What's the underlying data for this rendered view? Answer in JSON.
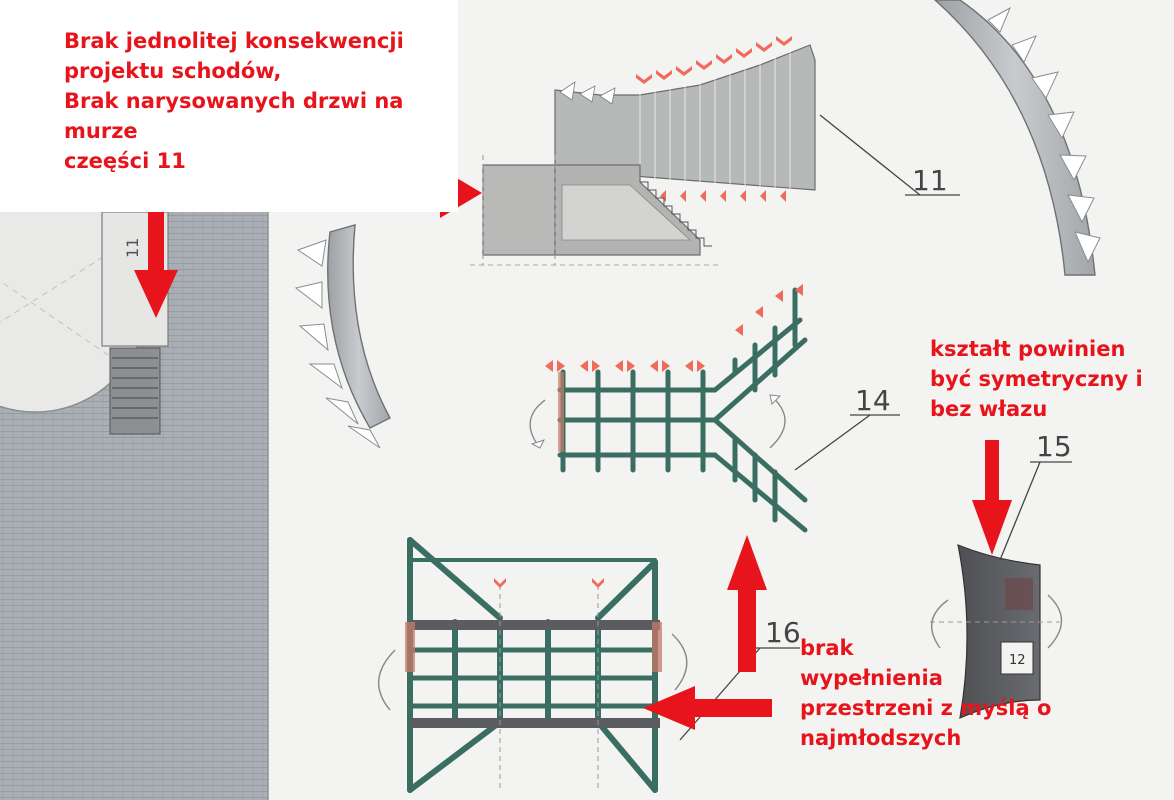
{
  "colors": {
    "annotation": "#e8141c",
    "paper": "#f3f3f1",
    "wall": "#a7adb2",
    "part_gray": "#b9b9b7",
    "green_frame": "#3b6e63",
    "dark_part": "#5b5c60",
    "hatch_red": "#f06b5e"
  },
  "annotations": {
    "top_left": {
      "lines": [
        "Brak jednolitej konsekwencji",
        "projektu schodów,",
        "Brak narysowanych drzwi na",
        "murze",
        "czeęści 11"
      ]
    },
    "right": {
      "lines": [
        "kształt powinien",
        "być symetryczny i",
        "bez włazu"
      ]
    },
    "bottom": {
      "lines": [
        "brak",
        "wypełnienia",
        "przestrzeni z myślą o",
        "najmłodszych"
      ]
    }
  },
  "part_labels": {
    "part_11": "11",
    "part_11_rotated": "11",
    "part_14": "14",
    "part_15": "15",
    "part_16": "16",
    "part_12": "12"
  },
  "icons": [
    "arrow-icon",
    "rotate-arrow-icon"
  ]
}
